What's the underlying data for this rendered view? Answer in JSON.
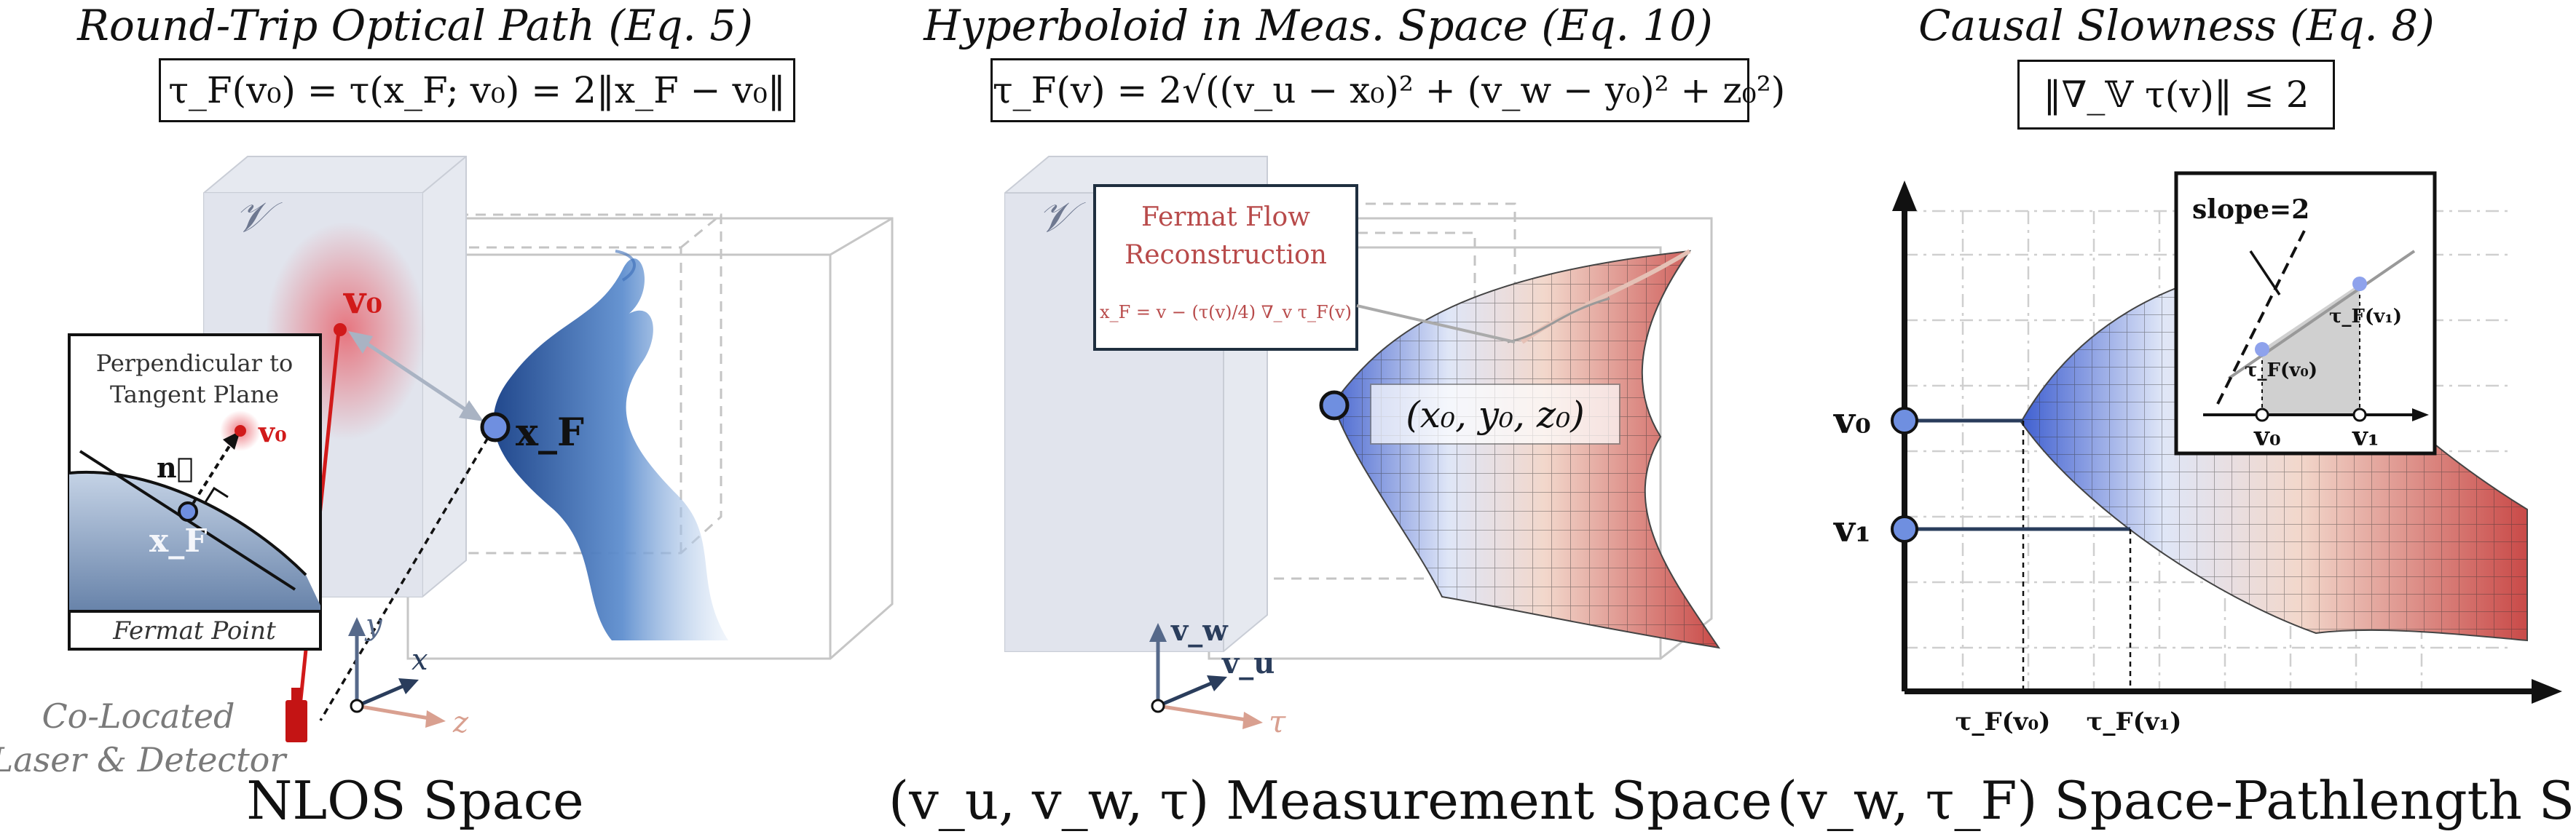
{
  "panels": [
    {
      "title": "Round-Trip Optical Path (Eq. 5)",
      "equation": "τ_F(v₀) = τ(x_F; v₀) = 2‖x_F − v₀‖",
      "caption": "NLOS Space",
      "labels": {
        "wall": "𝒱",
        "v0": "v₀",
        "xF": "x_F",
        "inset_title_line1": "Perpendicular to",
        "inset_title_line2": "Tangent Plane",
        "inset_normal": "n⃗",
        "inset_v0": "v₀",
        "inset_xF": "x_F",
        "inset_footer": "Fermat Point",
        "laser_line1": "Co-Located",
        "laser_line2": "Laser & Detector",
        "axis_y": "y",
        "axis_x": "x",
        "axis_z": "z"
      }
    },
    {
      "title": "Hyperboloid in Meas. Space (Eq. 10)",
      "equation": "τ_F(v) = 2√((v_u − x₀)² + (v_w − y₀)² + z₀²)",
      "caption": "(v_u, v_w, τ) Measurement Space",
      "labels": {
        "wall": "𝒱",
        "callout_line1": "Fermat Flow",
        "callout_line2": "Reconstruction",
        "callout_eq": "x_F = v − (τ(v)/4) ∇_v τ_F(v)",
        "apex": "(x₀, y₀, z₀)",
        "axis_vw": "v_w",
        "axis_vu": "v_u",
        "axis_tau": "τ"
      }
    },
    {
      "title": "Causal Slowness (Eq. 8)",
      "equation": "‖∇_𝕍 τ(v)‖ ≤ 2",
      "caption": "(v_w, τ_F) Space-Pathlength Slice",
      "labels": {
        "v0": "v₀",
        "v1": "v₁",
        "tau_v0": "τ_F(v₀)",
        "tau_v1": "τ_F(v₁)",
        "inset_slope": "slope=2",
        "inset_tau_v1": "τ_F(v₁)",
        "inset_tau_v0": "τ_F(v₀)",
        "inset_v0": "v₀",
        "inset_v1": "v₁"
      }
    }
  ],
  "colors": {
    "red": "#d11a1a",
    "blue_dark": "#1d4f96",
    "blue_mid": "#5b7fd6",
    "salmon": "#d98e7e",
    "callout_red": "#b84a4a",
    "axis_dark": "#2a3d5c",
    "grey": "#8a8a8a"
  }
}
